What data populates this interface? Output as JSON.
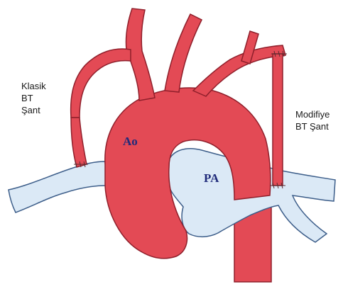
{
  "diagram": {
    "labels": {
      "classic_shunt": [
        "Klasik",
        "BT",
        "Şant"
      ],
      "modified_shunt": [
        "Modifiye",
        "BT Şant"
      ],
      "aorta": "Ao",
      "pulmonary_artery": "PA"
    },
    "colors": {
      "aorta": "#e34a55",
      "aorta_outline": "#8f1f2b",
      "pulmonary": "#dbe9f6",
      "pulmonary_outline": "#3d5e8a",
      "background": "#ffffff"
    }
  }
}
